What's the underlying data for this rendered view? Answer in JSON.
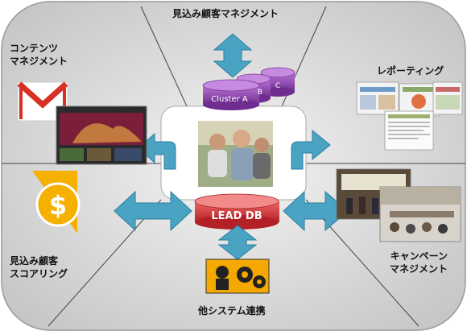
{
  "labels": {
    "prospect_management": "見込み顧客マネジメント",
    "content_management": [
      "コンテンツ",
      "マネジメント"
    ],
    "reporting": "レポーティング",
    "prospect_scoring": [
      "見込み顧客",
      "スコアリング"
    ],
    "campaign_management": [
      "キャンペーン",
      "マネジメント"
    ],
    "system_integration": "他システム連携"
  },
  "center": {
    "clusters": [
      "Cluster A",
      "B",
      "C"
    ],
    "lead_db": "LEAD DB"
  },
  "colors": {
    "arrow": "#4ba3c3",
    "cylinder": "#8e44ad",
    "lead_db": "#d9383a",
    "coin": "#f5b000",
    "background": "#c8c8c8"
  },
  "icons": [
    "gmail-icon",
    "website-screenshot",
    "dollar-coin-icon",
    "report-screenshots",
    "campaign-photos",
    "system-gears-icon",
    "people-photo"
  ]
}
